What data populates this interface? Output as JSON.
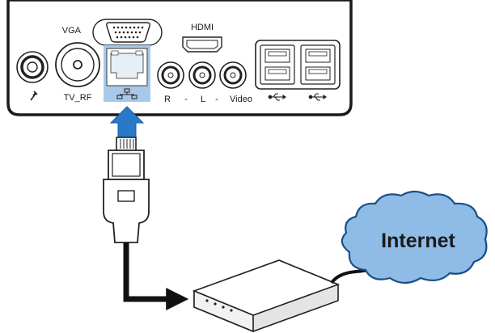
{
  "labels": {
    "vga": "VGA",
    "hdmi": "HDMI",
    "tv_rf": "TV_RF",
    "audio_r": "R",
    "audio_l": "L",
    "dash_1": "-",
    "dash_2": "-",
    "video": "Video",
    "internet": "Internet"
  },
  "icons": {
    "antenna": "antenna-icon",
    "lan": "network-icon",
    "usb": "usb-icon"
  },
  "colors": {
    "lan_highlight": "#a8c8e8",
    "arrow": "#2a78c8",
    "cloud_fill": "#8fbce6",
    "cable": "#111111"
  }
}
